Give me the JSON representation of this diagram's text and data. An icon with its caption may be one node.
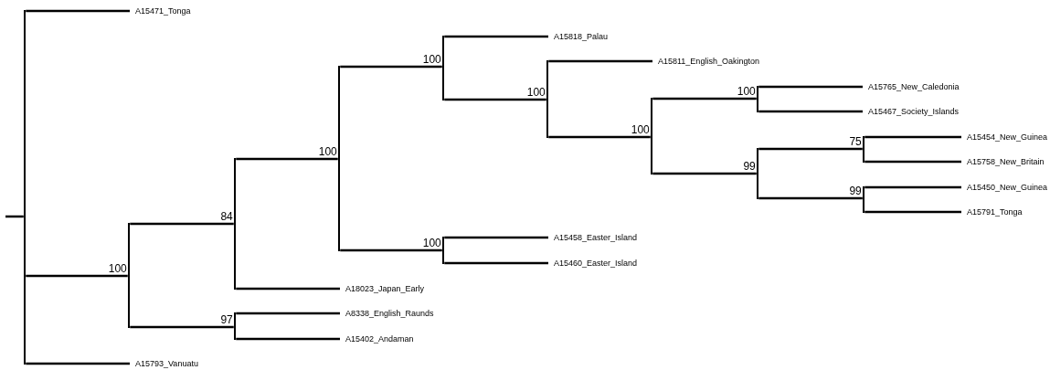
{
  "diagram": {
    "nodes": [
      {
        "text": [],
        "shape": "bar"
      },
      {
        "text": [
          "A15471_Tonga"
        ]
      },
      {
        "text": [],
        "shape": "bar"
      },
      {
        "text": [],
        "shape": "bar"
      },
      {
        "text": [],
        "shape": "bar"
      },
      {
        "text": [],
        "shape": "bar"
      },
      {
        "text": [
          "A15818_Palau"
        ]
      },
      {
        "text": [],
        "shape": "bar"
      },
      {
        "text": [
          "A15811_English_Oakington"
        ]
      },
      {
        "text": [],
        "shape": "bar"
      },
      {
        "text": [],
        "shape": "bar"
      },
      {
        "text": [
          "A15765_New_Caledonia"
        ]
      },
      {
        "text": [
          "A15467_Society_Islands"
        ]
      },
      {
        "text": [],
        "shape": "bar"
      },
      {
        "text": [],
        "shape": "bar"
      },
      {
        "text": [
          "A15454_New_Guinea"
        ]
      },
      {
        "text": [
          "A15758_New_Britain"
        ]
      },
      {
        "text": [],
        "shape": "bar"
      },
      {
        "text": [
          "A15450_New_Guinea"
        ]
      },
      {
        "text": [
          "A15791_Tonga"
        ]
      },
      {
        "text": [],
        "shape": "bar"
      },
      {
        "text": [
          "A15458_Easter_Island"
        ]
      },
      {
        "text": [
          "A15460_Easter_Island"
        ]
      },
      {
        "text": [
          "A18023_Japan_Early"
        ]
      },
      {
        "text": [],
        "shape": "bar"
      },
      {
        "text": [
          "A8338_English_Raunds"
        ]
      },
      {
        "text": [
          "A15402_Andaman"
        ]
      },
      {
        "text": [
          "A15793_Vanuatu"
        ]
      }
    ],
    "edges": [
      {
        "from": null,
        "to": 0,
        "arrow": "none"
      },
      {
        "from": 0,
        "to": 1,
        "arrow": "none"
      },
      {
        "from": 0,
        "to": 2,
        "arrow": "none",
        "label": "100"
      },
      {
        "from": 0,
        "to": 27,
        "arrow": "none"
      },
      {
        "from": 2,
        "to": 3,
        "arrow": "none",
        "label": "84"
      },
      {
        "from": 2,
        "to": 24,
        "arrow": "none",
        "label": "97"
      },
      {
        "from": 3,
        "to": 4,
        "arrow": "none",
        "label": "100"
      },
      {
        "from": 3,
        "to": 23,
        "arrow": "none"
      },
      {
        "from": 4,
        "to": 5,
        "arrow": "none",
        "label": "100"
      },
      {
        "from": 4,
        "to": 20,
        "arrow": "none",
        "label": "100"
      },
      {
        "from": 5,
        "to": 6,
        "arrow": "none"
      },
      {
        "from": 5,
        "to": 7,
        "arrow": "none",
        "label": "100"
      },
      {
        "from": 7,
        "to": 8,
        "arrow": "none"
      },
      {
        "from": 7,
        "to": 9,
        "arrow": "none",
        "label": "100"
      },
      {
        "from": 9,
        "to": 10,
        "arrow": "none",
        "label": "100"
      },
      {
        "from": 9,
        "to": 13,
        "arrow": "none",
        "label": "99"
      },
      {
        "from": 10,
        "to": 11,
        "arrow": "none"
      },
      {
        "from": 10,
        "to": 12,
        "arrow": "none"
      },
      {
        "from": 13,
        "to": 14,
        "arrow": "none",
        "label": "75"
      },
      {
        "from": 13,
        "to": 17,
        "arrow": "none",
        "label": "99"
      },
      {
        "from": 14,
        "to": 15,
        "arrow": "none"
      },
      {
        "from": 14,
        "to": 16,
        "arrow": "none"
      },
      {
        "from": 17,
        "to": 18,
        "arrow": "none"
      },
      {
        "from": 17,
        "to": 19,
        "arrow": "none"
      },
      {
        "from": 20,
        "to": 21,
        "arrow": "none"
      },
      {
        "from": 20,
        "to": 22,
        "arrow": "none"
      },
      {
        "from": 24,
        "to": 25,
        "arrow": "none"
      },
      {
        "from": 24,
        "to": 26,
        "arrow": "none"
      }
    ]
  }
}
